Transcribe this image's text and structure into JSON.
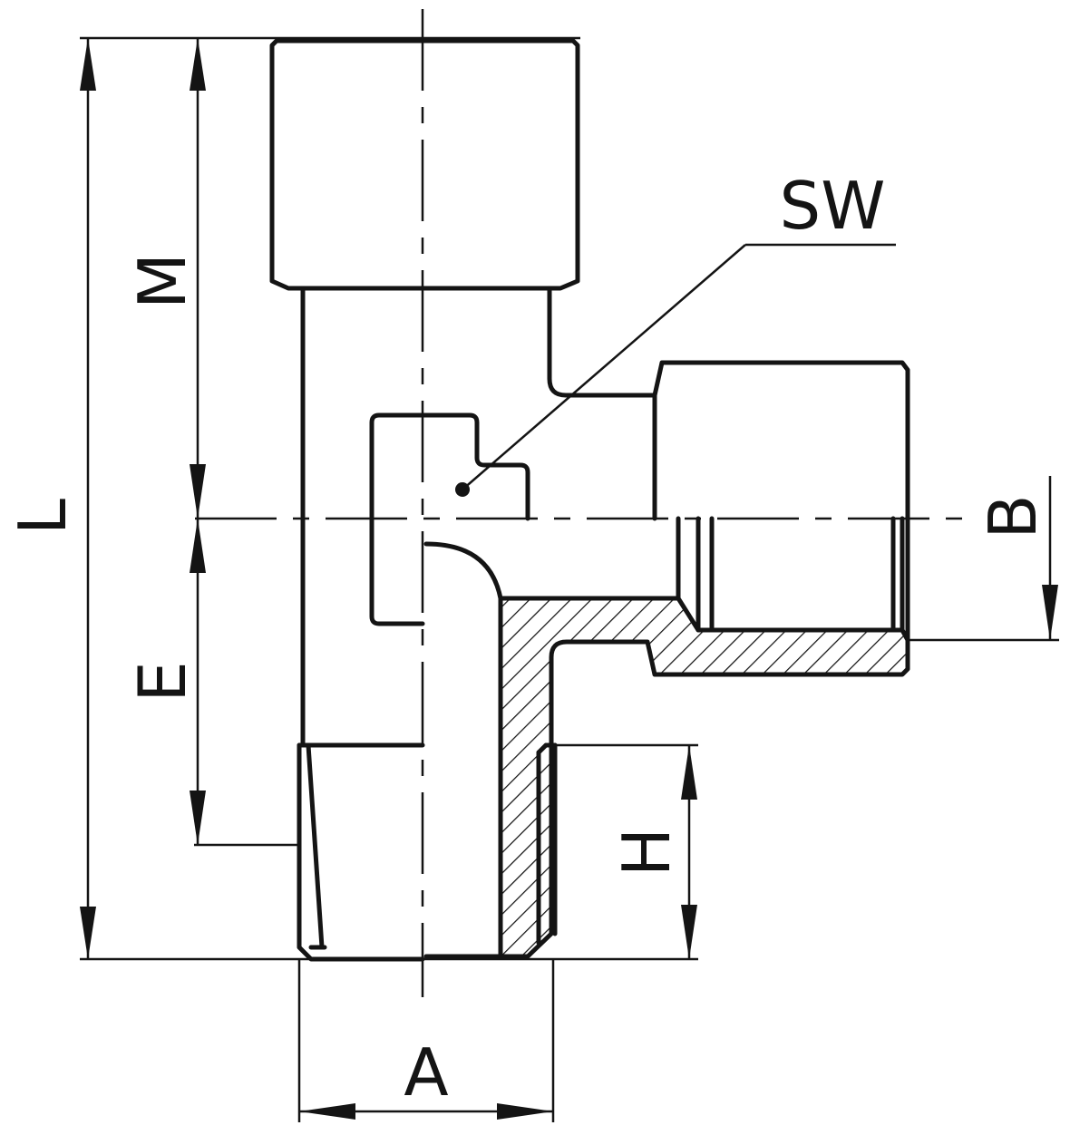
{
  "labels": {
    "L": "L",
    "M": "M",
    "E": "E",
    "H": "H",
    "A": "A",
    "B": "B",
    "SW": "SW"
  },
  "colors": {
    "line": "#141414",
    "background": "#ffffff"
  }
}
